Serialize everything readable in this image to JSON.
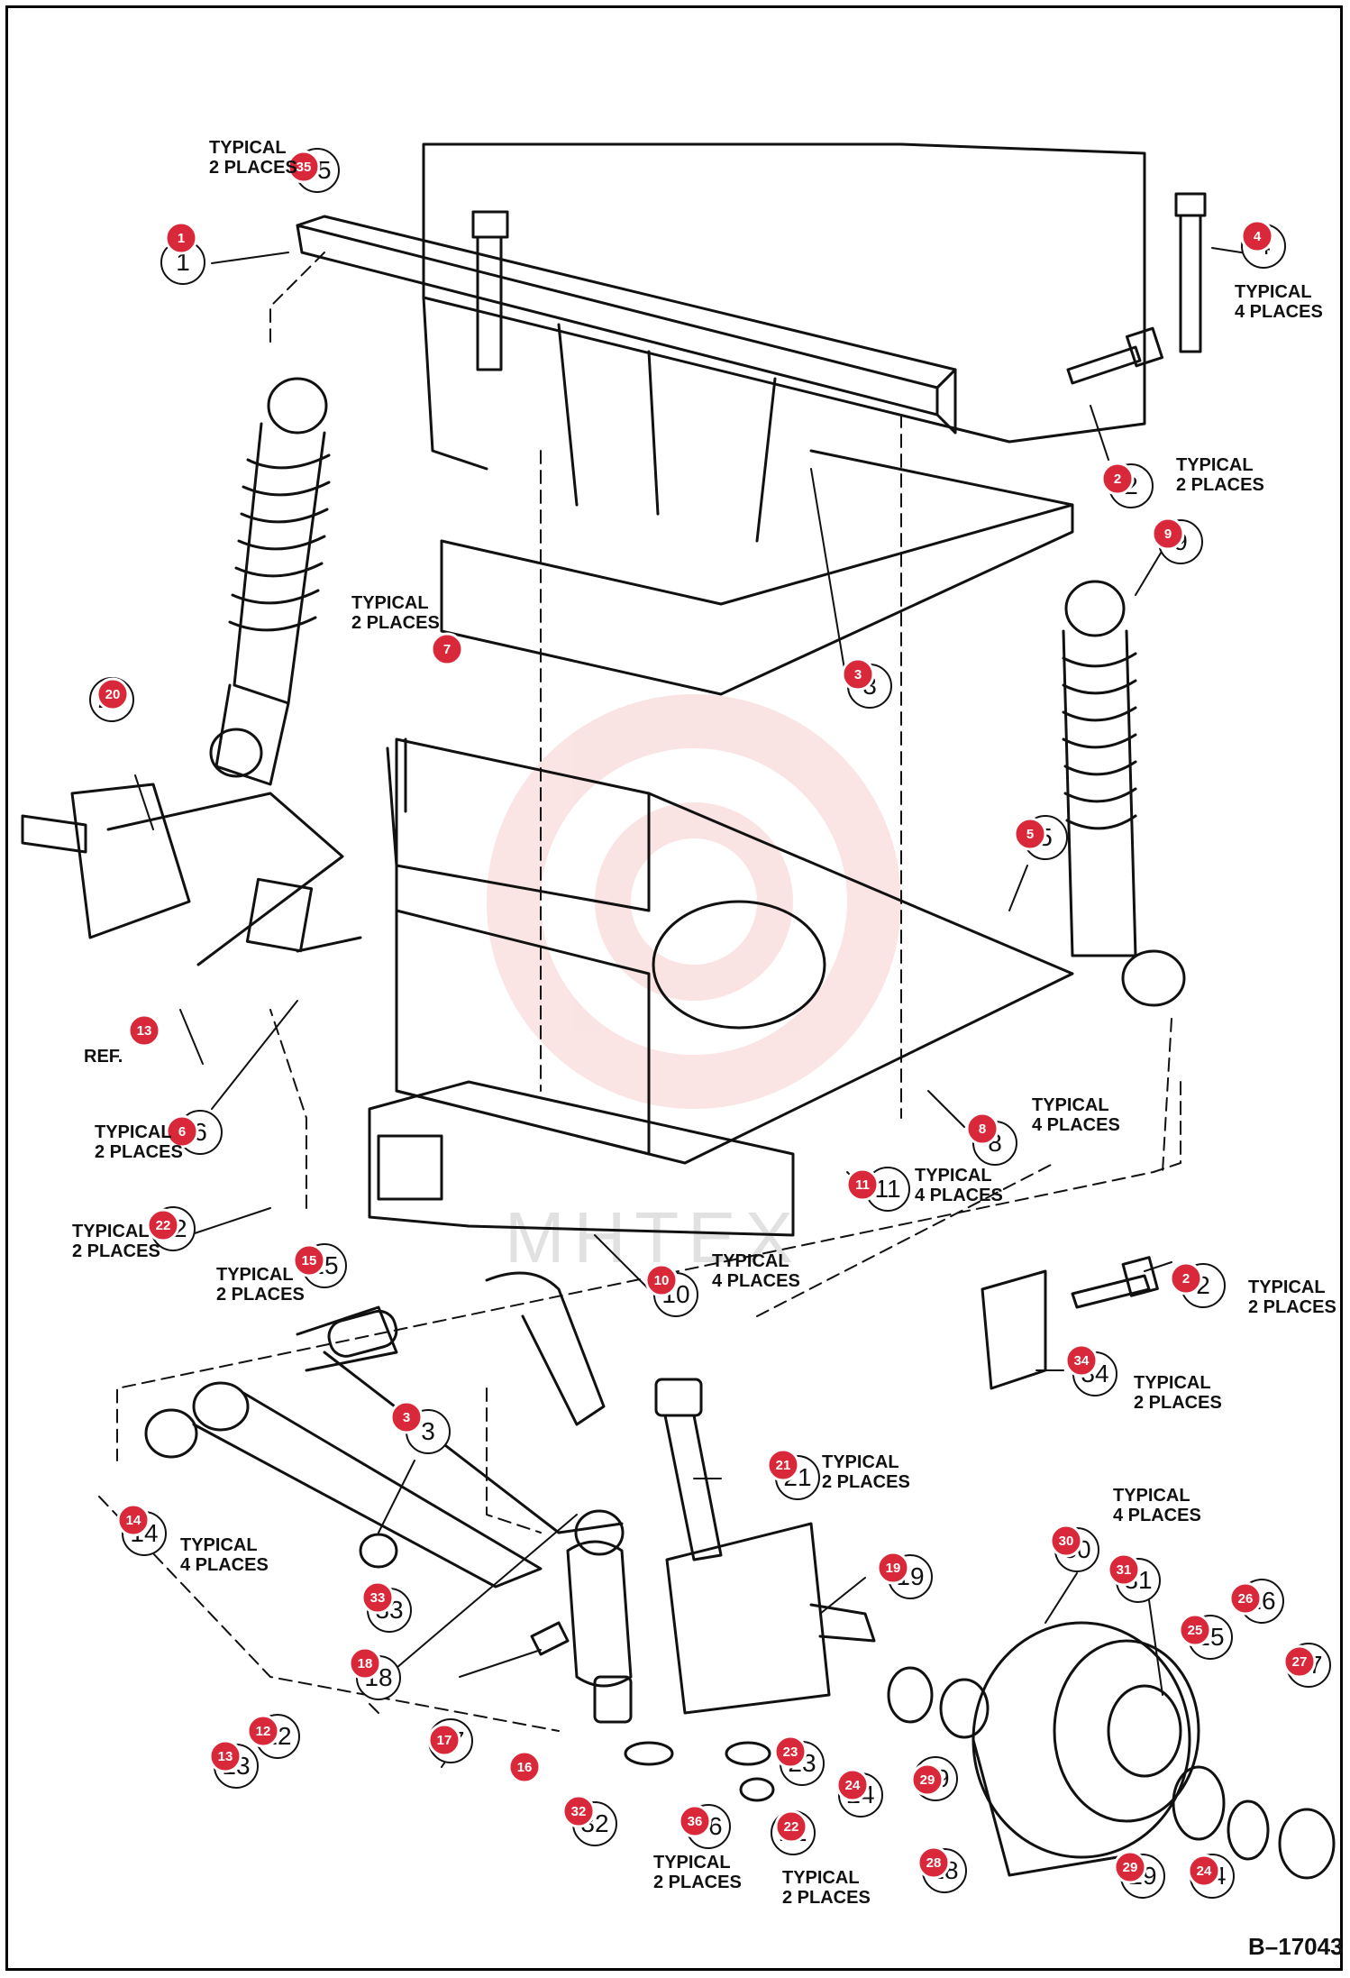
{
  "drawing_code": "B–17043",
  "watermark": "MHTEX",
  "colors": {
    "badge": "#d8283a",
    "badge_ring": "#ffffff",
    "line": "#111111",
    "watermark": "#e86a6a"
  },
  "callouts": [
    {
      "id": "c35",
      "badge": "35",
      "num": "35",
      "note": [
        "TYPICAL",
        "2 PLACES"
      ]
    },
    {
      "id": "c1",
      "badge": "1",
      "num": "1",
      "note": []
    },
    {
      "id": "c4",
      "badge": "4",
      "num": "4",
      "note": [
        "TYPICAL",
        "4 PLACES"
      ]
    },
    {
      "id": "c2a",
      "badge": "2",
      "num": "2",
      "note": [
        "TYPICAL",
        "2 PLACES"
      ]
    },
    {
      "id": "c9",
      "badge": "9",
      "num": "9",
      "note": []
    },
    {
      "id": "c7",
      "badge": "7",
      "num": "",
      "note": [
        "TYPICAL",
        "2 PLACES"
      ]
    },
    {
      "id": "c3a",
      "badge": "3",
      "num": "3",
      "note": []
    },
    {
      "id": "c20",
      "badge": "20",
      "num": "20",
      "note": []
    },
    {
      "id": "c5",
      "badge": "5",
      "num": "5",
      "note": []
    },
    {
      "id": "c13a",
      "badge": "13",
      "num": "",
      "note": [
        "REF."
      ]
    },
    {
      "id": "c6",
      "badge": "6",
      "num": "6",
      "note": [
        "TYPICAL",
        "2 PLACES"
      ]
    },
    {
      "id": "c8",
      "badge": "8",
      "num": "8",
      "note": [
        "TYPICAL",
        "4 PLACES"
      ]
    },
    {
      "id": "c11",
      "badge": "11",
      "num": "11",
      "note": [
        "TYPICAL",
        "4 PLACES"
      ]
    },
    {
      "id": "c22a",
      "badge": "22",
      "num": "22",
      "note": [
        "TYPICAL",
        "2 PLACES"
      ]
    },
    {
      "id": "c15",
      "badge": "15",
      "num": "15",
      "note": [
        "TYPICAL",
        "2 PLACES"
      ]
    },
    {
      "id": "c10",
      "badge": "10",
      "num": "10",
      "note": [
        "TYPICAL",
        "4 PLACES"
      ]
    },
    {
      "id": "c2b",
      "badge": "2",
      "num": "2",
      "note": [
        "TYPICAL",
        "2 PLACES"
      ]
    },
    {
      "id": "c34",
      "badge": "34",
      "num": "34",
      "note": [
        "TYPICAL",
        "2 PLACES"
      ]
    },
    {
      "id": "c3b",
      "badge": "3",
      "num": "3",
      "note": []
    },
    {
      "id": "c21",
      "badge": "21",
      "num": "21",
      "note": [
        "TYPICAL",
        "2 PLACES"
      ]
    },
    {
      "id": "c14",
      "badge": "14",
      "num": "14",
      "note": [
        "TYPICAL",
        "4 PLACES"
      ]
    },
    {
      "id": "c30",
      "badge": "30",
      "num": "30",
      "note": [
        "TYPICAL",
        "4 PLACES"
      ]
    },
    {
      "id": "c33",
      "badge": "33",
      "num": "33",
      "note": []
    },
    {
      "id": "c19",
      "badge": "19",
      "num": "19",
      "note": []
    },
    {
      "id": "c31",
      "badge": "31",
      "num": "31",
      "note": []
    },
    {
      "id": "c26",
      "badge": "26",
      "num": "26",
      "note": []
    },
    {
      "id": "c18",
      "badge": "18",
      "num": "18",
      "note": []
    },
    {
      "id": "c25",
      "badge": "25",
      "num": "25",
      "note": []
    },
    {
      "id": "c27",
      "badge": "27",
      "num": "27",
      "note": []
    },
    {
      "id": "c17",
      "badge": "17",
      "num": "17",
      "note": []
    },
    {
      "id": "c12",
      "badge": "12",
      "num": "12",
      "note": []
    },
    {
      "id": "c13b",
      "badge": "13",
      "num": "13",
      "note": []
    },
    {
      "id": "c16",
      "badge": "16",
      "num": "",
      "note": []
    },
    {
      "id": "c23",
      "badge": "23",
      "num": "23",
      "note": []
    },
    {
      "id": "c24a",
      "badge": "24",
      "num": "24",
      "note": []
    },
    {
      "id": "c29a",
      "badge": "29",
      "num": "29",
      "note": []
    },
    {
      "id": "c32",
      "badge": "32",
      "num": "32",
      "note": []
    },
    {
      "id": "c36",
      "badge": "36",
      "num": "36",
      "note": [
        "TYPICAL",
        "2 PLACES"
      ]
    },
    {
      "id": "c22b",
      "badge": "22",
      "num": "22",
      "note": [
        "TYPICAL",
        "2 PLACES"
      ]
    },
    {
      "id": "c28",
      "badge": "28",
      "num": "28",
      "note": []
    },
    {
      "id": "c29b",
      "badge": "29",
      "num": "29",
      "note": []
    },
    {
      "id": "c24b",
      "badge": "24",
      "num": "24",
      "note": []
    }
  ]
}
